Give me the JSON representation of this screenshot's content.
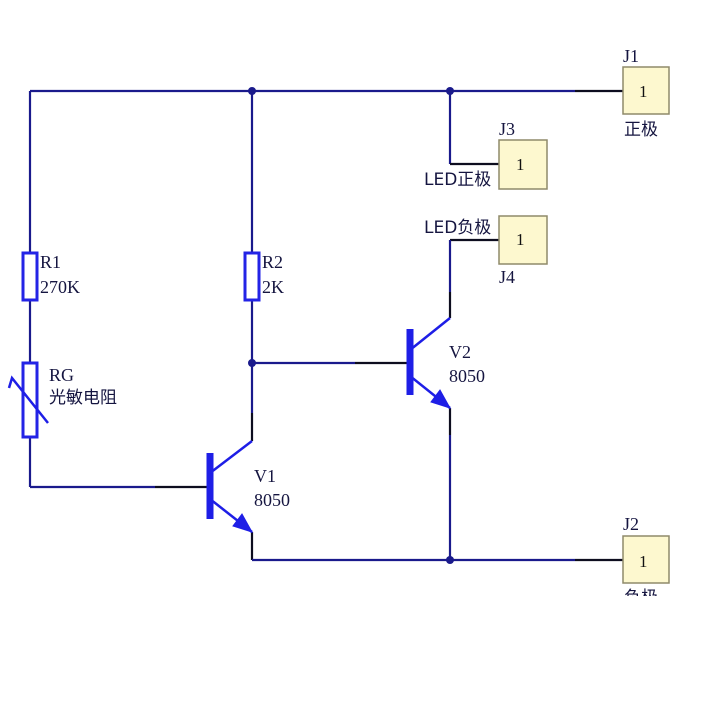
{
  "components": {
    "r1": {
      "designator": "R1",
      "value": "270K"
    },
    "r2": {
      "designator": "R2",
      "value": "2K"
    },
    "rg": {
      "designator": "RG",
      "value": "光敏电阻"
    },
    "v1": {
      "designator": "V1",
      "value": "8050"
    },
    "v2": {
      "designator": "V2",
      "value": "8050"
    },
    "j1": {
      "designator": "J1",
      "pin": "1",
      "label": "正极"
    },
    "j2": {
      "designator": "J2",
      "pin": "1",
      "label": "负极"
    },
    "j3": {
      "designator": "J3",
      "pin": "1",
      "label": "LED正极"
    },
    "j4": {
      "designator": "J4",
      "pin": "1",
      "label": "LED负极"
    }
  },
  "colors": {
    "wire": "#1a1a8c",
    "component": "#1e1ee6",
    "connector_fill": "#fdf8cf",
    "text": "#151540"
  }
}
